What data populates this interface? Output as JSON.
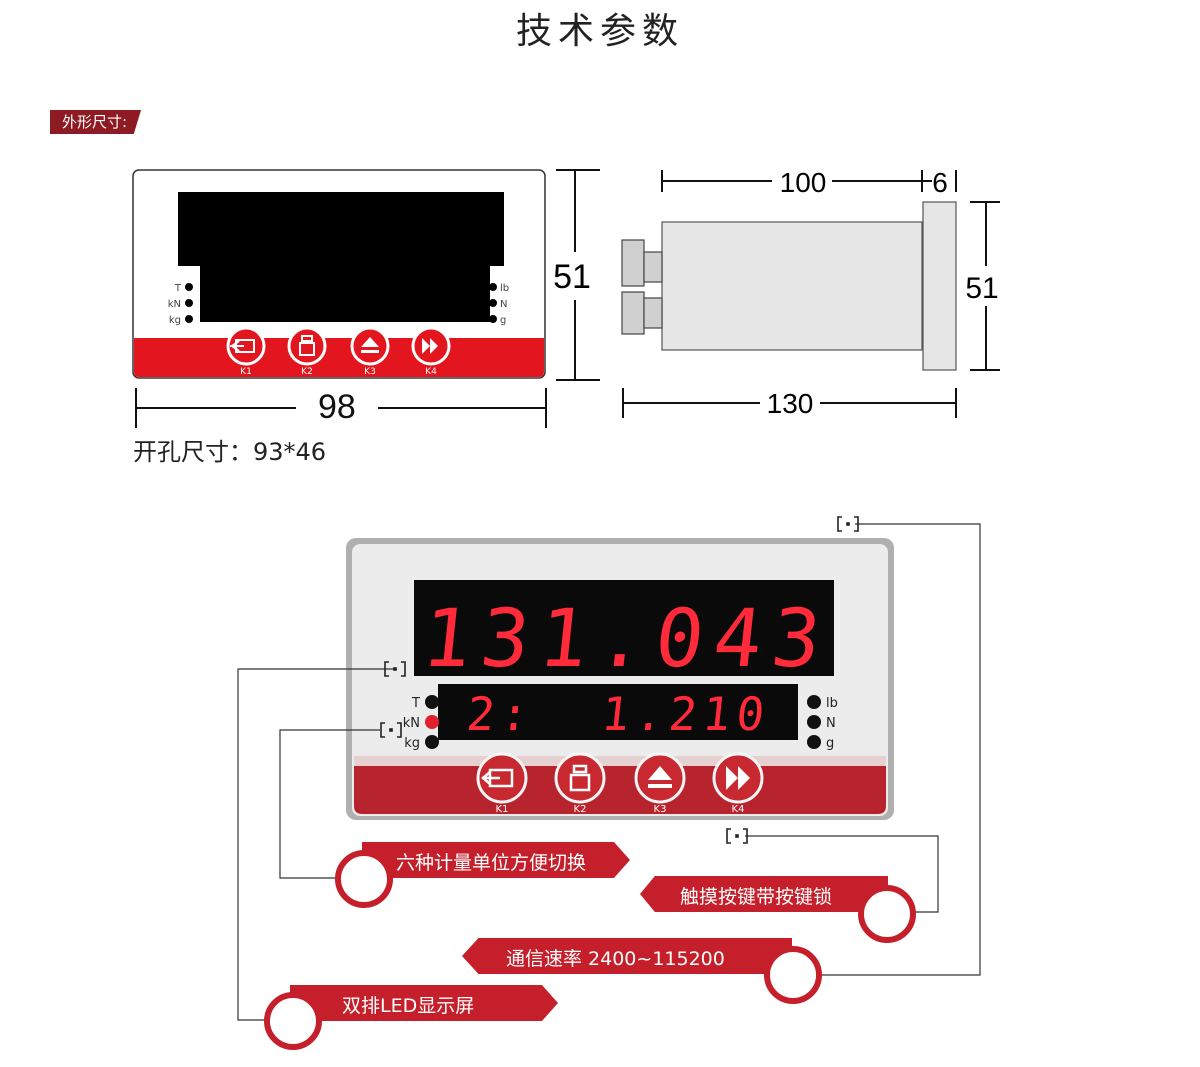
{
  "title": "技术参数",
  "section_label": "外形尺寸:",
  "cutout_text": "开孔尺寸：93*46",
  "front_view": {
    "width_label": "98",
    "height_label": "51",
    "left_indicators": [
      "T",
      "kN",
      "kg"
    ],
    "right_indicators": [
      "lb",
      "N",
      "g"
    ],
    "keys": [
      "K1",
      "K2",
      "K3",
      "K4"
    ]
  },
  "side_view": {
    "depth_label": "100",
    "bezel_label": "6",
    "height_label": "51",
    "total_label": "130"
  },
  "device_photo": {
    "main_display": "131.043",
    "sub_display": "2:  1.210",
    "left_indicators": [
      "T",
      "kN",
      "kg"
    ],
    "right_indicators": [
      "lb",
      "N",
      "g"
    ],
    "keys": [
      "K1",
      "K2",
      "K3",
      "K4"
    ]
  },
  "features": [
    "六种计量单位方便切换",
    "触摸按键带按键锁",
    "通信速率 2400~115200",
    "双排LED显示屏"
  ],
  "colors": {
    "brand_red": "#c51f2b",
    "tag_dark_red": "#8e1b23",
    "led_red": "#ff2a3a"
  }
}
